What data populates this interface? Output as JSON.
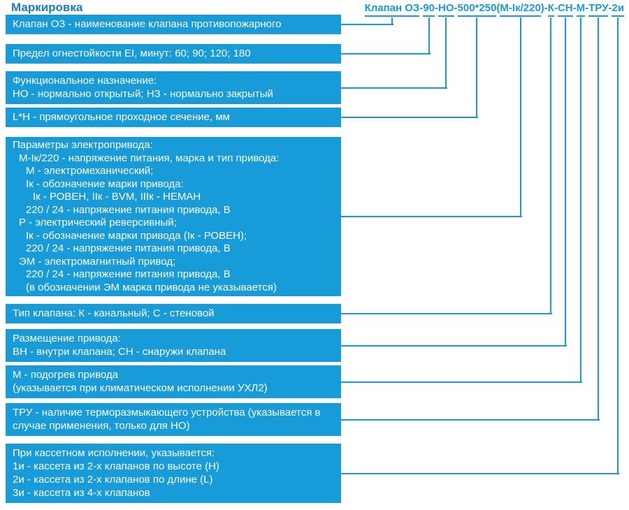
{
  "title": "Маркировка",
  "code": {
    "segments": [
      "Клапан ОЗ",
      "90",
      "НО",
      "500*250",
      "М-Iк/220",
      "К",
      "СН",
      "М",
      "ТРУ",
      "2и"
    ],
    "separators": [
      "-",
      "-",
      "-",
      "(",
      ")-",
      "-",
      "-",
      "-",
      "-"
    ]
  },
  "boxes": [
    {
      "name": "valve-name",
      "lines": [
        "Клапан ОЗ - наименование клапана противопожарного"
      ]
    },
    {
      "name": "fire-resistance",
      "lines": [
        "Предел огнестойкости EI, минут: 60; 90; 120; 180"
      ]
    },
    {
      "name": "function",
      "lines": [
        "Функциональное назначение:",
        "НО - нормально открытый; НЗ - нормально закрытый"
      ]
    },
    {
      "name": "cross-section",
      "lines": [
        "L*H - прямоугольное проходное сечение, мм"
      ]
    },
    {
      "name": "drive-params",
      "lines": [
        "Параметры электропривода:",
        "М-Iк/220 - напряжение питания, марка и тип привода:",
        "М - электромеханический;",
        "Iк - обозначение марки привода:",
        "Iк - РОВЕН, IIк - BVM, IIIк - НЕМАН",
        "220 / 24 - напряжение питания привода, В",
        "Р - электрический реверсивный;",
        "Iк - обозначение марки привода (Iк - РОВЕН);",
        "220 / 24 - напряжение питания привода, В",
        "ЭМ - электромагнитный привод;",
        "220 / 24 - напряжение питания привода, В",
        "(в обозначении ЭМ марка привода не указывается)"
      ]
    },
    {
      "name": "valve-type",
      "lines": [
        "Тип клапана: К - канальный; С - стеновой"
      ]
    },
    {
      "name": "drive-placement",
      "lines": [
        "Размещение привода:",
        "ВН - внутри клапана; СН - снаружи клапана"
      ]
    },
    {
      "name": "drive-heating",
      "lines": [
        "М - подогрев привода",
        "(указывается при климатическом исполнении УХЛ2)"
      ]
    },
    {
      "name": "tru-device",
      "lines": [
        "ТРУ - наличие терморазмыкающего устройства (указывается в",
        "случае применения, только для НО)"
      ]
    },
    {
      "name": "cassette",
      "lines": [
        "При кассетном исполнении, указывается:",
        "1и - кассета из 2-х клапанов по высоте (H)",
        "2и - кассета из 2-х клапанов по длине (L)",
        "3и - кассета из 4-х клапанов"
      ]
    }
  ],
  "colors": {
    "box_fill": "#189cd9",
    "accent_line": "#1a9ad8",
    "code_text": "#1a9ad8",
    "title_text": "#1d7cc1",
    "box_text": "#ffffff"
  }
}
